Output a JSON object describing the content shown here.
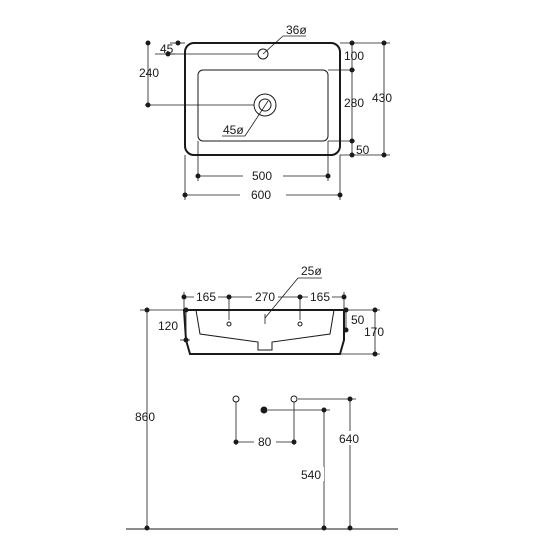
{
  "top_view": {
    "hole_diameter": "36ø",
    "drain_diameter": "45ø",
    "offset_45": "45",
    "depth_240": "240",
    "inset_100": "100",
    "inner_depth_280": "280",
    "bottom_50": "50",
    "overall_depth_430": "430",
    "inner_width_500": "500",
    "overall_width_600": "600"
  },
  "front_view": {
    "drain_diameter": "25ø",
    "left_165": "165",
    "center_270": "270",
    "right_165": "165",
    "rim_50": "50",
    "height_120": "120",
    "height_170": "170",
    "mount_height_860": "860"
  },
  "wall_view": {
    "spacing_80": "80",
    "height_540": "540",
    "height_640": "640"
  }
}
